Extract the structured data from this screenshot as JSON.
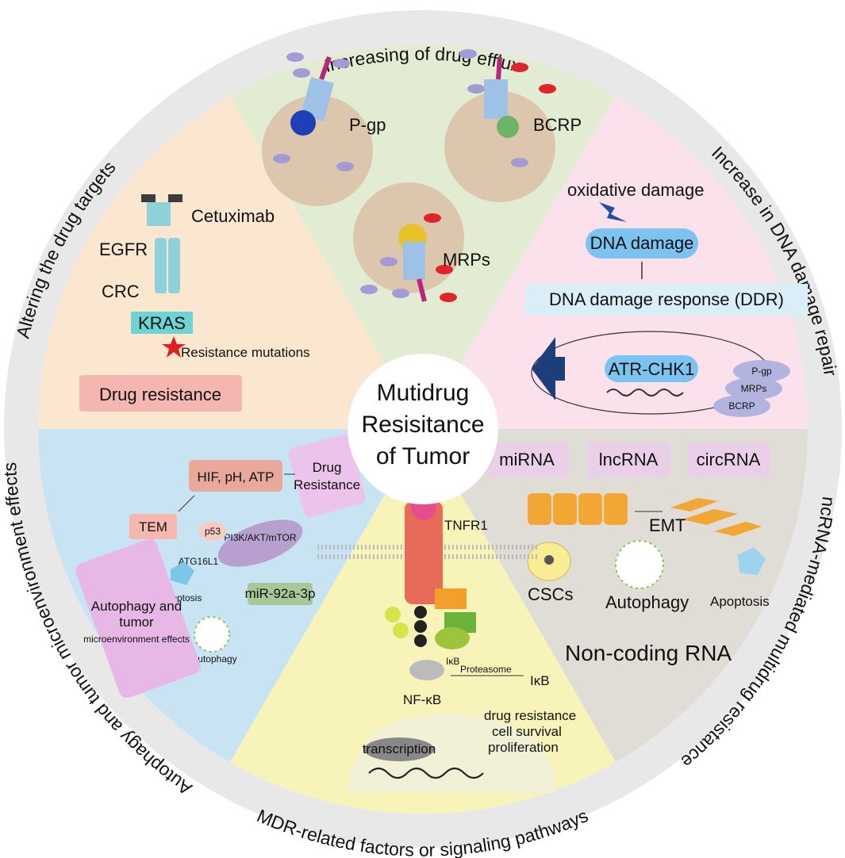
{
  "center": {
    "line1": "Mutidrug",
    "line2": "Resisitance",
    "line3": "of Tumor"
  },
  "outer_labels": {
    "top": "Increasing of drug efflux",
    "upper_right": "Increase in DNA damage repair",
    "lower_right": "ncRNA-mediated multidrug resistance",
    "bottom": "MDR-related factors or signaling pathways",
    "lower_left": "Autophagy and tumor microenvironment effects",
    "upper_left": "Altering the drug targets"
  },
  "segments": {
    "drug_efflux": {
      "pgp": "P-gp",
      "bcrp": "BCRP",
      "mrps": "MRPs"
    },
    "dna_repair": {
      "oxidative": "oxidative damage",
      "dna_damage": "DNA damage",
      "ddr": "DNA damage response (DDR)",
      "atr": "ATR-CHK1",
      "pgp": "P-gp",
      "mrps": "MRPs",
      "bcrp": "BCRP"
    },
    "ncrna": {
      "mirna": "miRNA",
      "lncrna": "lncRNA",
      "circrna": "circRNA",
      "emt": "EMT",
      "cscs": "CSCs",
      "autophagy": "Autophagy",
      "apoptosis": "Apoptosis",
      "noncoding": "Non-coding RNA"
    },
    "signaling": {
      "tnfr1": "TNFR1",
      "ikb_small": "IκB",
      "proteasome": "Proteasome",
      "ikb": "IκB",
      "nfkb": "NF-κB",
      "outcome1": "drug resistance",
      "outcome2": "cell survival",
      "outcome3": "proliferation",
      "transcription": "transcription"
    },
    "autophagy_tme": {
      "hif": "HIF, pH, ATP",
      "tem": "TEM",
      "drug_res1": "Drug",
      "drug_res2": "Resistance",
      "p53": "p53",
      "pi3k": "PI3K/AKT/mTOR",
      "atg": "ATG16L1",
      "apoptosis": "Apoptosis",
      "mir": "miR-92a-3p",
      "autophagy": "Autophagy",
      "box1": "Autophagy and",
      "box2": "tumor",
      "box3": "microenvironment effects"
    },
    "drug_targets": {
      "cetuximab": "Cetuximab",
      "egfr": "EGFR",
      "crc": "CRC",
      "kras": "KRAS",
      "mutations": "Resistance mutations",
      "resistance": "Drug resistance"
    }
  },
  "colors": {
    "efflux": "#e2ecd2",
    "dna": "#fbe1ec",
    "ncrna": "#e0ddd7",
    "signaling": "#f8f3b9",
    "tme": "#c8e4f3",
    "targets": "#fbe6cf"
  }
}
